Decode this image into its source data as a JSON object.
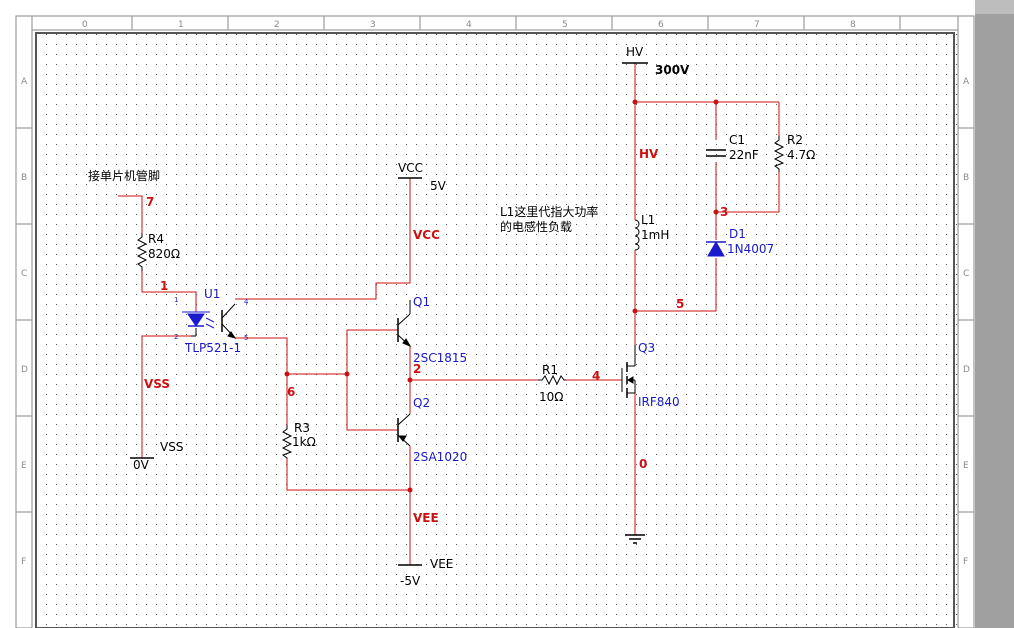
{
  "rulers": {
    "columns": [
      "0",
      "1",
      "2",
      "3",
      "4",
      "5",
      "6",
      "7",
      "8"
    ],
    "rows": [
      "A",
      "B",
      "C",
      "D",
      "E",
      "F"
    ]
  },
  "annotations": {
    "mcu_pin": "接单片机管脚",
    "load_note_1": "L1这里代指大功率",
    "load_note_2": "的电感性负载"
  },
  "power": {
    "hv": {
      "name": "HV",
      "value": "300V"
    },
    "vcc": {
      "name": "VCC",
      "value": "5V"
    },
    "vss": {
      "name": "VSS",
      "value": "0V"
    },
    "vee": {
      "name": "VEE",
      "value": "-5V"
    }
  },
  "components": {
    "r4": {
      "ref": "R4",
      "value": "820Ω"
    },
    "u1": {
      "ref": "U1",
      "value": "TLP521-1"
    },
    "q1": {
      "ref": "Q1",
      "value": "2SC1815"
    },
    "q2": {
      "ref": "Q2",
      "value": "2SA1020"
    },
    "r3": {
      "ref": "R3",
      "value": "1kΩ"
    },
    "r1": {
      "ref": "R1",
      "value": "10Ω"
    },
    "q3": {
      "ref": "Q3",
      "value": "IRF840"
    },
    "l1": {
      "ref": "L1",
      "value": "1mH"
    },
    "c1": {
      "ref": "C1",
      "value": "22nF"
    },
    "r2": {
      "ref": "R2",
      "value": "4.7Ω"
    },
    "d1": {
      "ref": "D1",
      "value": "1N4007"
    }
  },
  "nets": {
    "n7": "7",
    "n1": "1",
    "n6": "6",
    "n2": "2",
    "n4": "4",
    "n5": "5",
    "n3": "3",
    "n0": "0",
    "vcc": "VCC",
    "vss": "VSS",
    "vee": "VEE",
    "hv": "HV"
  },
  "pins": {
    "u1_p1": "1",
    "u1_p2": "2",
    "u1_p4": "4",
    "u1_p5": "5"
  },
  "colors": {
    "wire": "#cc1111",
    "component": "#000000",
    "label": "#1a1acc",
    "grid": "#555555"
  }
}
